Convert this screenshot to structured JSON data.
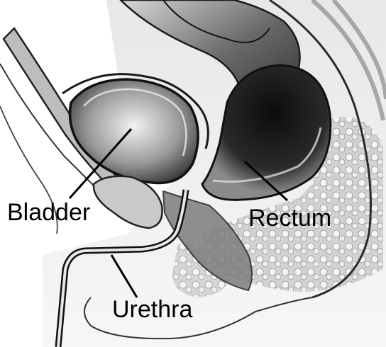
{
  "labels": {
    "bladder": "Bladder",
    "rectum": "Rectum",
    "urethra": "Urethra"
  },
  "colors": {
    "background": "#ffffff",
    "ink": "#000000",
    "dark_shade": "#1a1a1a",
    "mid_shade": "#6e6e6e",
    "light_shade": "#c8c8c8"
  }
}
